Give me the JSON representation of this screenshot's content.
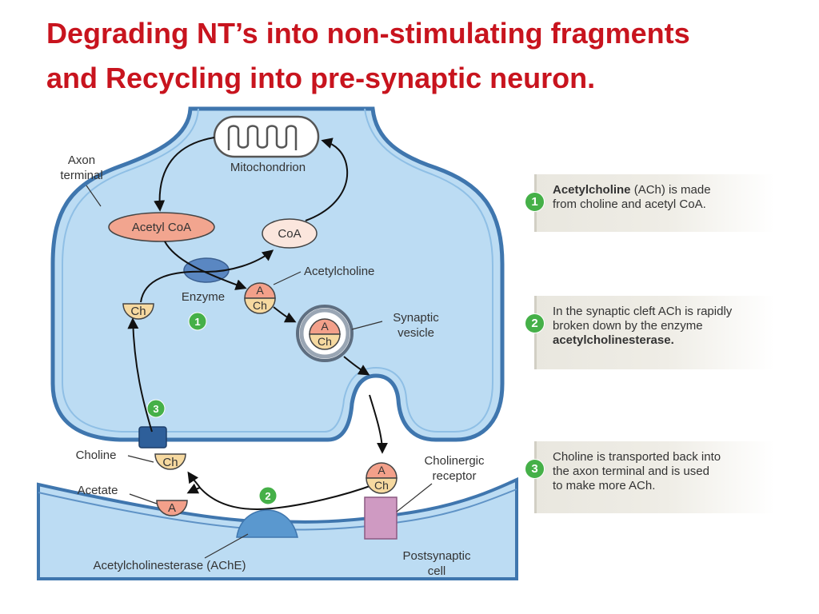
{
  "title": {
    "line1": "Degrading NT’s into non-stimulating fragments",
    "line2": "and Recycling into pre-synaptic neuron."
  },
  "labels": {
    "axon_terminal_1": "Axon",
    "axon_terminal_2": "terminal",
    "mitochondrion": "Mitochondrion",
    "acetyl_coa": "Acetyl CoA",
    "coa": "CoA",
    "acetylcholine": "Acetylcholine",
    "enzyme": "Enzyme",
    "synaptic_vesicle_1": "Synaptic",
    "synaptic_vesicle_2": "vesicle",
    "choline": "Choline",
    "acetate": "Acetate",
    "cholinergic_receptor_1": "Cholinergic",
    "cholinergic_receptor_2": "receptor",
    "postsynaptic_cell_1": "Postsynaptic",
    "postsynaptic_cell_2": "cell",
    "ache": "Acetylcholinesterase (AChE)",
    "a": "A",
    "ch": "Ch"
  },
  "badges": [
    "1",
    "2",
    "3"
  ],
  "steps": [
    {
      "number": "1",
      "bold_lead": "Acetylcholine",
      "text_after_bold": " (ACh) is made",
      "line2": "from choline and acetyl CoA."
    },
    {
      "number": "2",
      "line1": "In the synaptic cleft ACh is rapidly",
      "line2": "broken down by the enzyme",
      "bold_tail": "acetylcholinesterase."
    },
    {
      "number": "3",
      "line1": "Choline is transported back into",
      "line2": "the axon terminal and is used",
      "line3": "to make more ACh."
    }
  ],
  "colors": {
    "title": "#c8141e",
    "terminal_fill": "#bcdcf3",
    "membrane": "#3f76ae",
    "badge": "#45b048",
    "choline": "#f6d9a0",
    "acetate": "#f3a08a",
    "receptor": "#cf9ac2"
  }
}
